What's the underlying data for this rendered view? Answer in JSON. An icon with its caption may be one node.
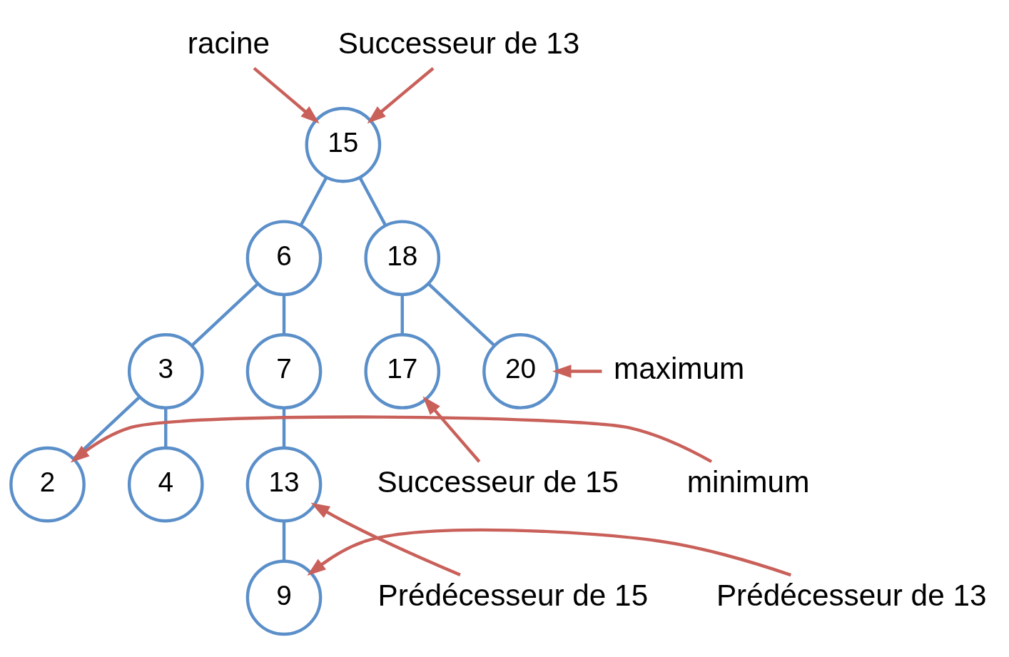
{
  "diagram": {
    "nodes": [
      {
        "text": [
          "racine"
        ]
      },
      {
        "text": [
          "Successeur de 13"
        ]
      },
      {
        "text": [
          "15"
        ]
      },
      {
        "text": [
          "6"
        ]
      },
      {
        "text": [
          "18"
        ]
      },
      {
        "text": [
          "3"
        ]
      },
      {
        "text": [
          "7"
        ]
      },
      {
        "text": [
          "17"
        ]
      },
      {
        "text": [
          "20"
        ]
      },
      {
        "text": [
          "maximum"
        ]
      },
      {
        "text": [
          "minimum"
        ]
      },
      {
        "text": [
          "2"
        ]
      },
      {
        "text": [
          "4"
        ]
      },
      {
        "text": [
          "13"
        ]
      },
      {
        "text": [
          "Successeur de 15"
        ]
      },
      {
        "text": [
          "9"
        ]
      },
      {
        "text": [
          "Prédécesseur de 15"
        ]
      },
      {
        "text": [
          "Prédécesseur de 13"
        ]
      }
    ],
    "edges": [
      {
        "from": 2,
        "to": 3,
        "arrow": "none"
      },
      {
        "from": 2,
        "to": 4,
        "arrow": "none"
      },
      {
        "from": 3,
        "to": 5,
        "arrow": "none"
      },
      {
        "from": 3,
        "to": 6,
        "arrow": "none"
      },
      {
        "from": 4,
        "to": 7,
        "arrow": "none"
      },
      {
        "from": 4,
        "to": 8,
        "arrow": "none"
      },
      {
        "from": 5,
        "to": 11,
        "arrow": "none"
      },
      {
        "from": 5,
        "to": 12,
        "arrow": "none"
      },
      {
        "from": 6,
        "to": 13,
        "arrow": "none"
      },
      {
        "from": 13,
        "to": 15,
        "arrow": "none"
      },
      {
        "from": 0,
        "to": 2,
        "arrow": "to",
        "color": "#c9605a"
      },
      {
        "from": 1,
        "to": 2,
        "arrow": "to",
        "color": "#c9605a"
      },
      {
        "from": 9,
        "to": 8,
        "arrow": "to",
        "color": "#c9605a"
      },
      {
        "from": 10,
        "to": 11,
        "arrow": "to",
        "color": "#c9605a"
      },
      {
        "from": 14,
        "to": 7,
        "arrow": "to",
        "color": "#c9605a"
      },
      {
        "from": 16,
        "to": 13,
        "arrow": "to",
        "color": "#c9605a"
      },
      {
        "from": 17,
        "to": 15,
        "arrow": "to",
        "color": "#c9605a"
      }
    ]
  }
}
